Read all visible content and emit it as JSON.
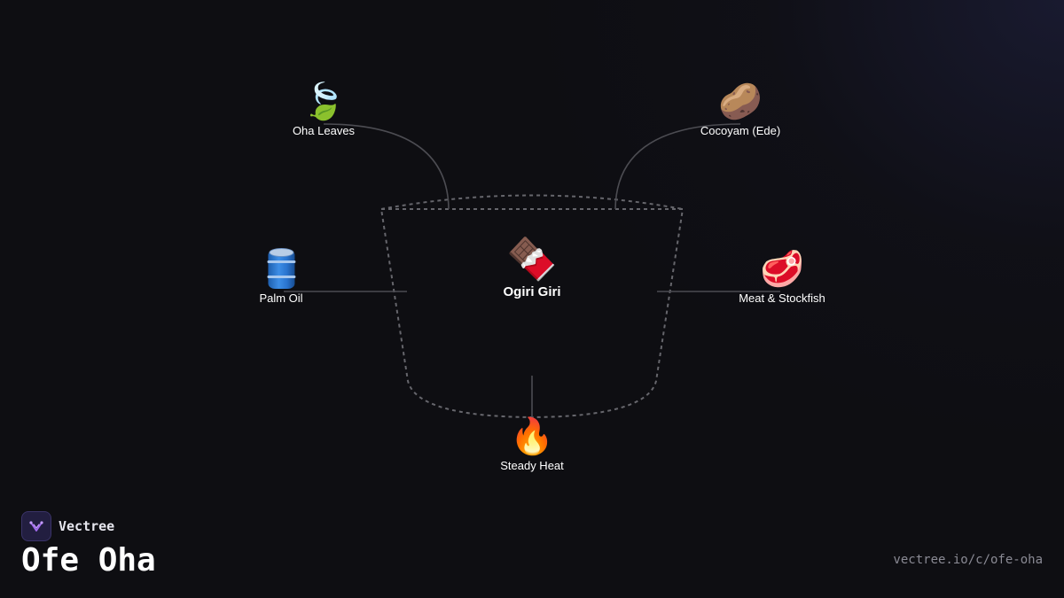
{
  "diagram": {
    "center": {
      "icon": "chocolate-bar-icon",
      "emoji": "🍫",
      "label": "Ogiri Giri"
    },
    "ingredients": [
      {
        "id": "oha-leaves",
        "icon": "leaf-icon",
        "emoji": "🍃",
        "label": "Oha Leaves"
      },
      {
        "id": "cocoyam",
        "icon": "potato-icon",
        "emoji": "🥔",
        "label": "Cocoyam (Ede)"
      },
      {
        "id": "palm-oil",
        "icon": "oil-barrel-icon",
        "emoji": "",
        "label": "Palm Oil"
      },
      {
        "id": "meat-stockfish",
        "icon": "meat-icon",
        "emoji": "🥩",
        "label": "Meat & Stockfish"
      },
      {
        "id": "steady-heat",
        "icon": "fire-icon",
        "emoji": "🔥",
        "label": "Steady Heat"
      }
    ]
  },
  "brand": {
    "name": "Vectree",
    "icon": "vectree-logo-icon"
  },
  "title": "Ofe Oha",
  "url": "vectree.io/c/ofe-oha",
  "colors": {
    "background": "#0e0e12",
    "connector": "#4a4a50",
    "pot_outline": "#6a6a70",
    "text": "#ffffff",
    "muted": "#8a8a94"
  }
}
